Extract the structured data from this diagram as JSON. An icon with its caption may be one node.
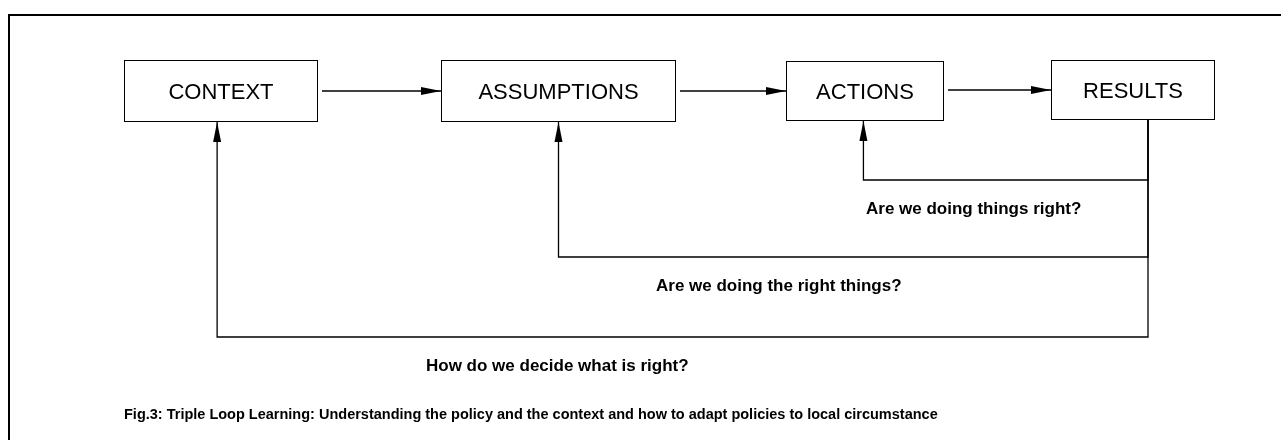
{
  "diagram": {
    "caption": "Fig.3: Triple Loop Learning: Understanding the policy and the context and how to adapt policies to local circumstance",
    "nodes": [
      {
        "text": [
          "CONTEXT"
        ]
      },
      {
        "text": [
          "ASSUMPTIONS"
        ]
      },
      {
        "text": [
          "ACTIONS"
        ]
      },
      {
        "text": [
          "RESULTS"
        ]
      }
    ],
    "edges": [
      {
        "from": 0,
        "to": 1,
        "arrow": "to"
      },
      {
        "from": 1,
        "to": 2,
        "arrow": "to"
      },
      {
        "from": 2,
        "to": 3,
        "arrow": "to"
      },
      {
        "from": 3,
        "to": 2,
        "arrow": "to",
        "label": "Are we doing things right?"
      },
      {
        "from": 3,
        "to": 1,
        "arrow": "to",
        "label": "Are we doing the right things?"
      },
      {
        "from": 3,
        "to": 0,
        "arrow": "to",
        "label": "How do we decide what is right?"
      }
    ]
  }
}
